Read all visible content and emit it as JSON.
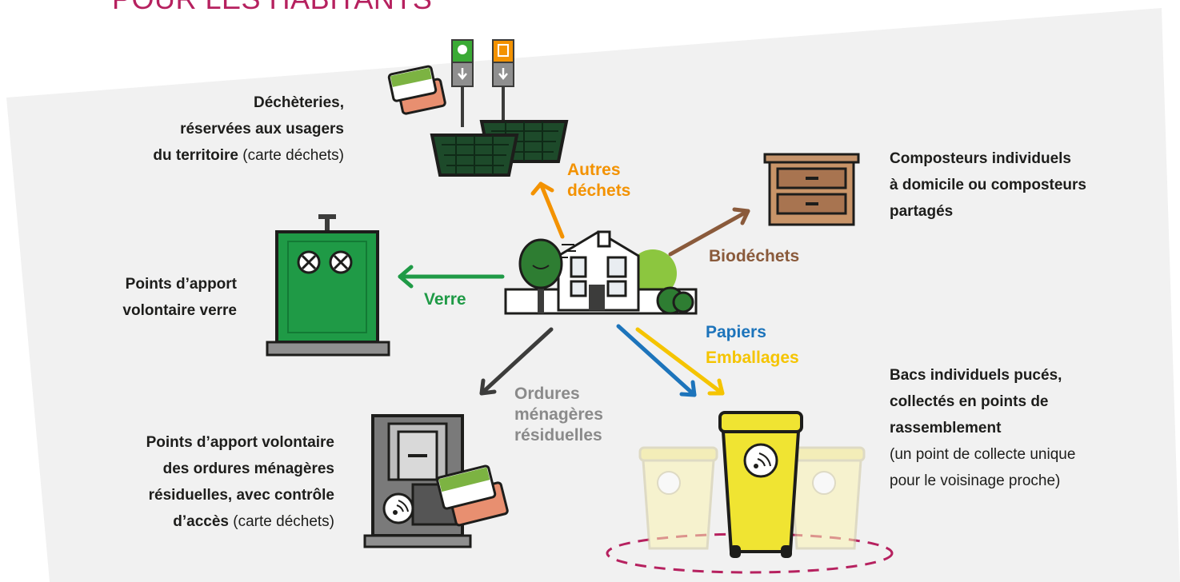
{
  "title": "POUR LES HABITANTS",
  "colors": {
    "title": "#b6215f",
    "background_band": "#f1f1f1",
    "orange": "#f39200",
    "brown": "#8a5a3b",
    "green": "#1f9a46",
    "dark": "#3c3c3b",
    "gray_label": "#8a8a8a",
    "blue": "#1d74bb",
    "yellow": "#f5c400",
    "dash_ring": "#b6215f"
  },
  "destinations": {
    "decheteries": {
      "bold1": "Déchèteries,",
      "bold2": "réservées aux usagers",
      "bold3": "du territoire",
      "normal": " (carte déchets)"
    },
    "composteurs": {
      "line1": "Composteurs individuels",
      "line2": "à domicile ou composteurs",
      "line3": "partagés"
    },
    "verre": {
      "line1": "Points d’apport",
      "line2": "volontaire verre"
    },
    "omr_pav": {
      "line1": "Points d’apport volontaire",
      "line2": "des ordures ménagères",
      "line3": "résiduelles, avec contrôle",
      "bold4": "d’accès",
      "normal4": " (carte déchets)"
    },
    "bacs": {
      "bold1": "Bacs individuels pucés,",
      "bold2": "collectés en points de",
      "bold3": "rassemblement",
      "normal1": "(un point de collecte unique",
      "normal2": "pour le voisinage proche)"
    }
  },
  "flows": {
    "autres": {
      "line1": "Autres",
      "line2": "déchets"
    },
    "bio": {
      "label": "Biodéchets"
    },
    "verre": {
      "label": "Verre"
    },
    "papiers": {
      "label": "Papiers"
    },
    "emballages": {
      "label": "Emballages"
    },
    "omr": {
      "line1": "Ordures",
      "line2": "ménagères",
      "line3": "résiduelles"
    }
  },
  "icons": [
    "house-icon",
    "tree-icon",
    "recycling-center-icon",
    "waste-card-icon",
    "compost-bin-icon",
    "glass-container-icon",
    "omr-container-icon",
    "rfid-bin-icon"
  ]
}
